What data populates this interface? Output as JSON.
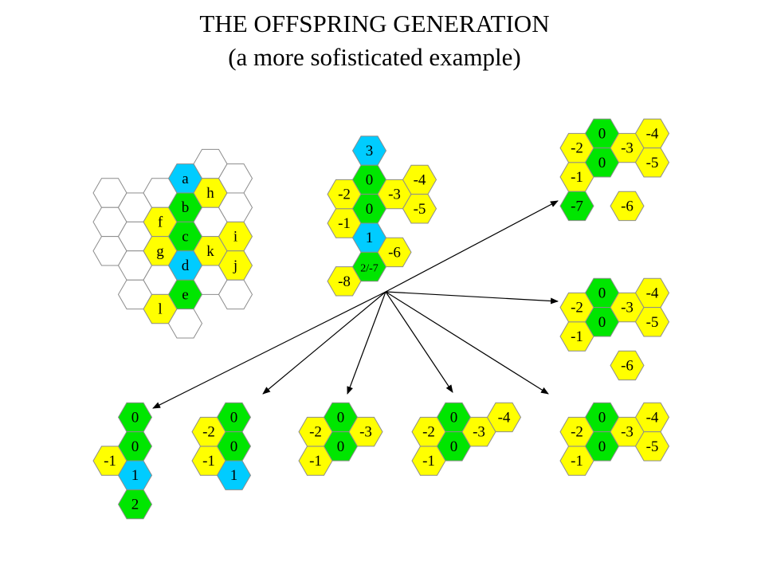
{
  "title": "THE OFFSPRING GENERATION",
  "subtitle": "(a more sofisticated example)",
  "colors": {
    "yellow": "#ffff00",
    "green": "#00e600",
    "cyan": "#00ccff",
    "white": "#ffffff",
    "stroke": "#8c8c8c",
    "arrow": "#000000"
  },
  "clusters": [
    {
      "name": "lettered-grid",
      "cells": [
        {
          "c": 0,
          "r": 0,
          "t": "",
          "f": "white"
        },
        {
          "c": 0,
          "r": 1,
          "t": "",
          "f": "white"
        },
        {
          "c": 0,
          "r": 2,
          "t": "",
          "f": "white"
        },
        {
          "c": 1,
          "r": 0,
          "t": "",
          "f": "white"
        },
        {
          "c": 1,
          "r": 1,
          "t": "",
          "f": "white"
        },
        {
          "c": 1,
          "r": 2,
          "t": "",
          "f": "white"
        },
        {
          "c": 1,
          "r": 3,
          "t": "",
          "f": "white"
        },
        {
          "c": 2,
          "r": 0,
          "t": "",
          "f": "white"
        },
        {
          "c": 2,
          "r": 1,
          "t": "f",
          "f": "yellow"
        },
        {
          "c": 2,
          "r": 2,
          "t": "g",
          "f": "yellow"
        },
        {
          "c": 2,
          "r": 3,
          "t": "",
          "f": "white"
        },
        {
          "c": 2,
          "r": 4,
          "t": "l",
          "f": "yellow"
        },
        {
          "c": 3,
          "r": -1,
          "t": "a",
          "f": "cyan"
        },
        {
          "c": 3,
          "r": 0,
          "t": "b",
          "f": "green"
        },
        {
          "c": 3,
          "r": 1,
          "t": "c",
          "f": "green"
        },
        {
          "c": 3,
          "r": 2,
          "t": "d",
          "f": "cyan"
        },
        {
          "c": 3,
          "r": 3,
          "t": "e",
          "f": "green"
        },
        {
          "c": 3,
          "r": 4,
          "t": "",
          "f": "white"
        },
        {
          "c": 4,
          "r": -1,
          "t": "",
          "f": "white"
        },
        {
          "c": 4,
          "r": 0,
          "t": "h",
          "f": "yellow"
        },
        {
          "c": 4,
          "r": 1,
          "t": "",
          "f": "white"
        },
        {
          "c": 4,
          "r": 2,
          "t": "k",
          "f": "yellow"
        },
        {
          "c": 4,
          "r": 3,
          "t": "",
          "f": "white"
        },
        {
          "c": 5,
          "r": -1,
          "t": "",
          "f": "white"
        },
        {
          "c": 5,
          "r": 0,
          "t": "",
          "f": "white"
        },
        {
          "c": 5,
          "r": 1,
          "t": "i",
          "f": "yellow"
        },
        {
          "c": 5,
          "r": 2,
          "t": "j",
          "f": "yellow"
        },
        {
          "c": 5,
          "r": 3,
          "t": "",
          "f": "white"
        }
      ]
    },
    {
      "name": "parent-genome",
      "cells": [
        {
          "c": 0,
          "r": 0,
          "t": "-1",
          "f": "yellow"
        },
        {
          "c": 0,
          "r": -1,
          "t": "-2",
          "f": "yellow"
        },
        {
          "c": 0,
          "r": 2,
          "t": "-8",
          "f": "yellow"
        },
        {
          "c": 1,
          "r": -2,
          "t": "3",
          "f": "cyan"
        },
        {
          "c": 1,
          "r": -1,
          "t": "0",
          "f": "green"
        },
        {
          "c": 1,
          "r": 0,
          "t": "0",
          "f": "green"
        },
        {
          "c": 1,
          "r": 1,
          "t": "1",
          "f": "cyan"
        },
        {
          "c": 1,
          "r": 2,
          "t": "2/-7",
          "f": "green"
        },
        {
          "c": 2,
          "r": -1,
          "t": "-3",
          "f": "yellow"
        },
        {
          "c": 2,
          "r": 1,
          "t": "-6",
          "f": "yellow"
        },
        {
          "c": 3,
          "r": -1,
          "t": "-4",
          "f": "yellow"
        },
        {
          "c": 3,
          "r": 0,
          "t": "-5",
          "f": "yellow"
        }
      ]
    },
    {
      "name": "offspring-1",
      "cells": [
        {
          "c": 0,
          "r": 0,
          "t": "-1",
          "f": "yellow"
        },
        {
          "c": 0,
          "r": -1,
          "t": "-2",
          "f": "yellow"
        },
        {
          "c": 0,
          "r": 1,
          "t": "-7",
          "f": "green"
        },
        {
          "c": 1,
          "r": -1,
          "t": "0",
          "f": "green"
        },
        {
          "c": 1,
          "r": 0,
          "t": "0",
          "f": "green"
        },
        {
          "c": 2,
          "r": -1,
          "t": "-3",
          "f": "yellow"
        },
        {
          "c": 2,
          "r": 1,
          "t": "-6",
          "f": "yellow"
        },
        {
          "c": 3,
          "r": -1,
          "t": "-4",
          "f": "yellow"
        },
        {
          "c": 3,
          "r": 0,
          "t": "-5",
          "f": "yellow"
        }
      ]
    },
    {
      "name": "offspring-2",
      "cells": [
        {
          "c": 0,
          "r": 0,
          "t": "-1",
          "f": "yellow"
        },
        {
          "c": 0,
          "r": -1,
          "t": "-2",
          "f": "yellow"
        },
        {
          "c": 1,
          "r": -1,
          "t": "0",
          "f": "green"
        },
        {
          "c": 1,
          "r": 0,
          "t": "0",
          "f": "green"
        },
        {
          "c": 2,
          "r": -1,
          "t": "-3",
          "f": "yellow"
        },
        {
          "c": 2,
          "r": 1,
          "t": "-6",
          "f": "yellow"
        },
        {
          "c": 3,
          "r": -1,
          "t": "-4",
          "f": "yellow"
        },
        {
          "c": 3,
          "r": 0,
          "t": "-5",
          "f": "yellow"
        }
      ]
    },
    {
      "name": "offspring-3",
      "cells": [
        {
          "c": 0,
          "r": 0,
          "t": "-1",
          "f": "yellow"
        },
        {
          "c": 1,
          "r": -1,
          "t": "0",
          "f": "green"
        },
        {
          "c": 1,
          "r": 0,
          "t": "0",
          "f": "green"
        },
        {
          "c": 1,
          "r": 1,
          "t": "1",
          "f": "cyan"
        },
        {
          "c": 1,
          "r": 2,
          "t": "2",
          "f": "green"
        }
      ]
    },
    {
      "name": "offspring-4",
      "cells": [
        {
          "c": 0,
          "r": 0,
          "t": "-1",
          "f": "yellow"
        },
        {
          "c": 0,
          "r": -1,
          "t": "-2",
          "f": "yellow"
        },
        {
          "c": 1,
          "r": -1,
          "t": "0",
          "f": "green"
        },
        {
          "c": 1,
          "r": 0,
          "t": "0",
          "f": "green"
        },
        {
          "c": 1,
          "r": 1,
          "t": "1",
          "f": "cyan"
        }
      ]
    },
    {
      "name": "offspring-5",
      "cells": [
        {
          "c": 0,
          "r": 0,
          "t": "-1",
          "f": "yellow"
        },
        {
          "c": 0,
          "r": -1,
          "t": "-2",
          "f": "yellow"
        },
        {
          "c": 1,
          "r": -1,
          "t": "0",
          "f": "green"
        },
        {
          "c": 1,
          "r": 0,
          "t": "0",
          "f": "green"
        },
        {
          "c": 2,
          "r": -1,
          "t": "-3",
          "f": "yellow"
        }
      ]
    },
    {
      "name": "offspring-6",
      "cells": [
        {
          "c": 0,
          "r": 0,
          "t": "-1",
          "f": "yellow"
        },
        {
          "c": 0,
          "r": -1,
          "t": "-2",
          "f": "yellow"
        },
        {
          "c": 1,
          "r": -1,
          "t": "0",
          "f": "green"
        },
        {
          "c": 1,
          "r": 0,
          "t": "0",
          "f": "green"
        },
        {
          "c": 2,
          "r": -1,
          "t": "-3",
          "f": "yellow"
        },
        {
          "c": 3,
          "r": -1,
          "t": "-4",
          "f": "yellow"
        }
      ]
    },
    {
      "name": "offspring-7",
      "cells": [
        {
          "c": 0,
          "r": 0,
          "t": "-1",
          "f": "yellow"
        },
        {
          "c": 0,
          "r": -1,
          "t": "-2",
          "f": "yellow"
        },
        {
          "c": 1,
          "r": -1,
          "t": "0",
          "f": "green"
        },
        {
          "c": 1,
          "r": 0,
          "t": "0",
          "f": "green"
        },
        {
          "c": 2,
          "r": -1,
          "t": "-3",
          "f": "yellow"
        },
        {
          "c": 3,
          "r": -1,
          "t": "-4",
          "f": "yellow"
        },
        {
          "c": 3,
          "r": 0,
          "t": "-5",
          "f": "yellow"
        }
      ]
    }
  ]
}
